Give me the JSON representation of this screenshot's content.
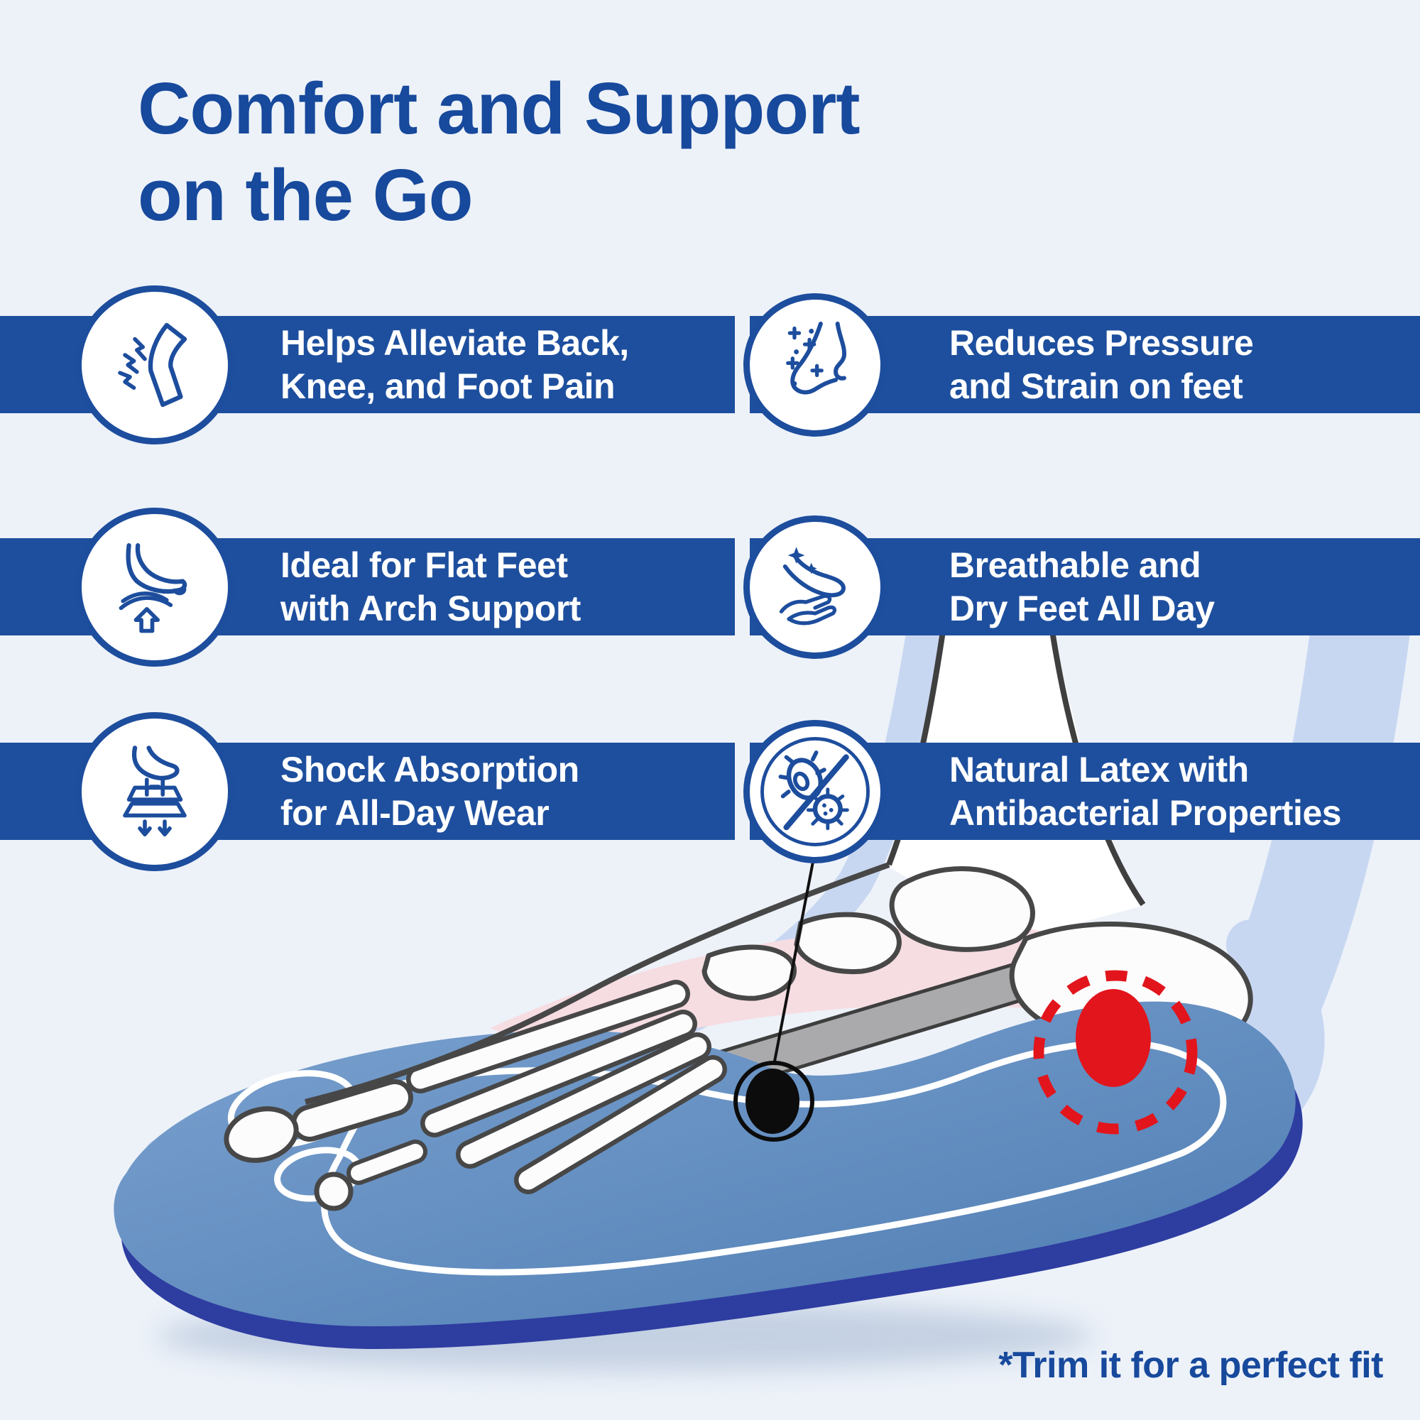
{
  "page": {
    "background_color": "#edf2f9",
    "accent_blue": "#1d4d9d",
    "band_blue": "#1e4f9e",
    "title": {
      "line1": "Comfort and Support",
      "line2": "on the Go"
    },
    "footnote": "*Trim it for a perfect fit"
  },
  "features": [
    {
      "icon": "knee-pain-icon",
      "line1": "Helps Alleviate Back,",
      "line2": "Knee, and Foot Pain"
    },
    {
      "icon": "foot-pressure-icon",
      "line1": "Reduces Pressure",
      "line2": "and Strain on feet"
    },
    {
      "icon": "flat-foot-arch-icon",
      "line1": "Ideal for Flat Feet",
      "line2": "with Arch Support"
    },
    {
      "icon": "breathable-foot-icon",
      "line1": "Breathable and",
      "line2": "Dry Feet All Day"
    },
    {
      "icon": "shock-absorption-icon",
      "line1": "Shock Absorption",
      "line2": "for All-Day Wear"
    },
    {
      "icon": "antibacterial-icon",
      "line1": "Natural Latex with",
      "line2": "Antibacterial Properties"
    }
  ],
  "illustration": {
    "insole_color": "#5d8cc2",
    "insole_edge_color": "#2e3da0",
    "leg_silhouette_color": "#c8d7f1",
    "arch_highlight_color": "#f6dde2",
    "bone_outline_color": "#474747",
    "pressure_marker_color": "#e2151c",
    "callout_marker_color": "#0c0c0c",
    "footprint_outline_color": "#ffffff"
  }
}
